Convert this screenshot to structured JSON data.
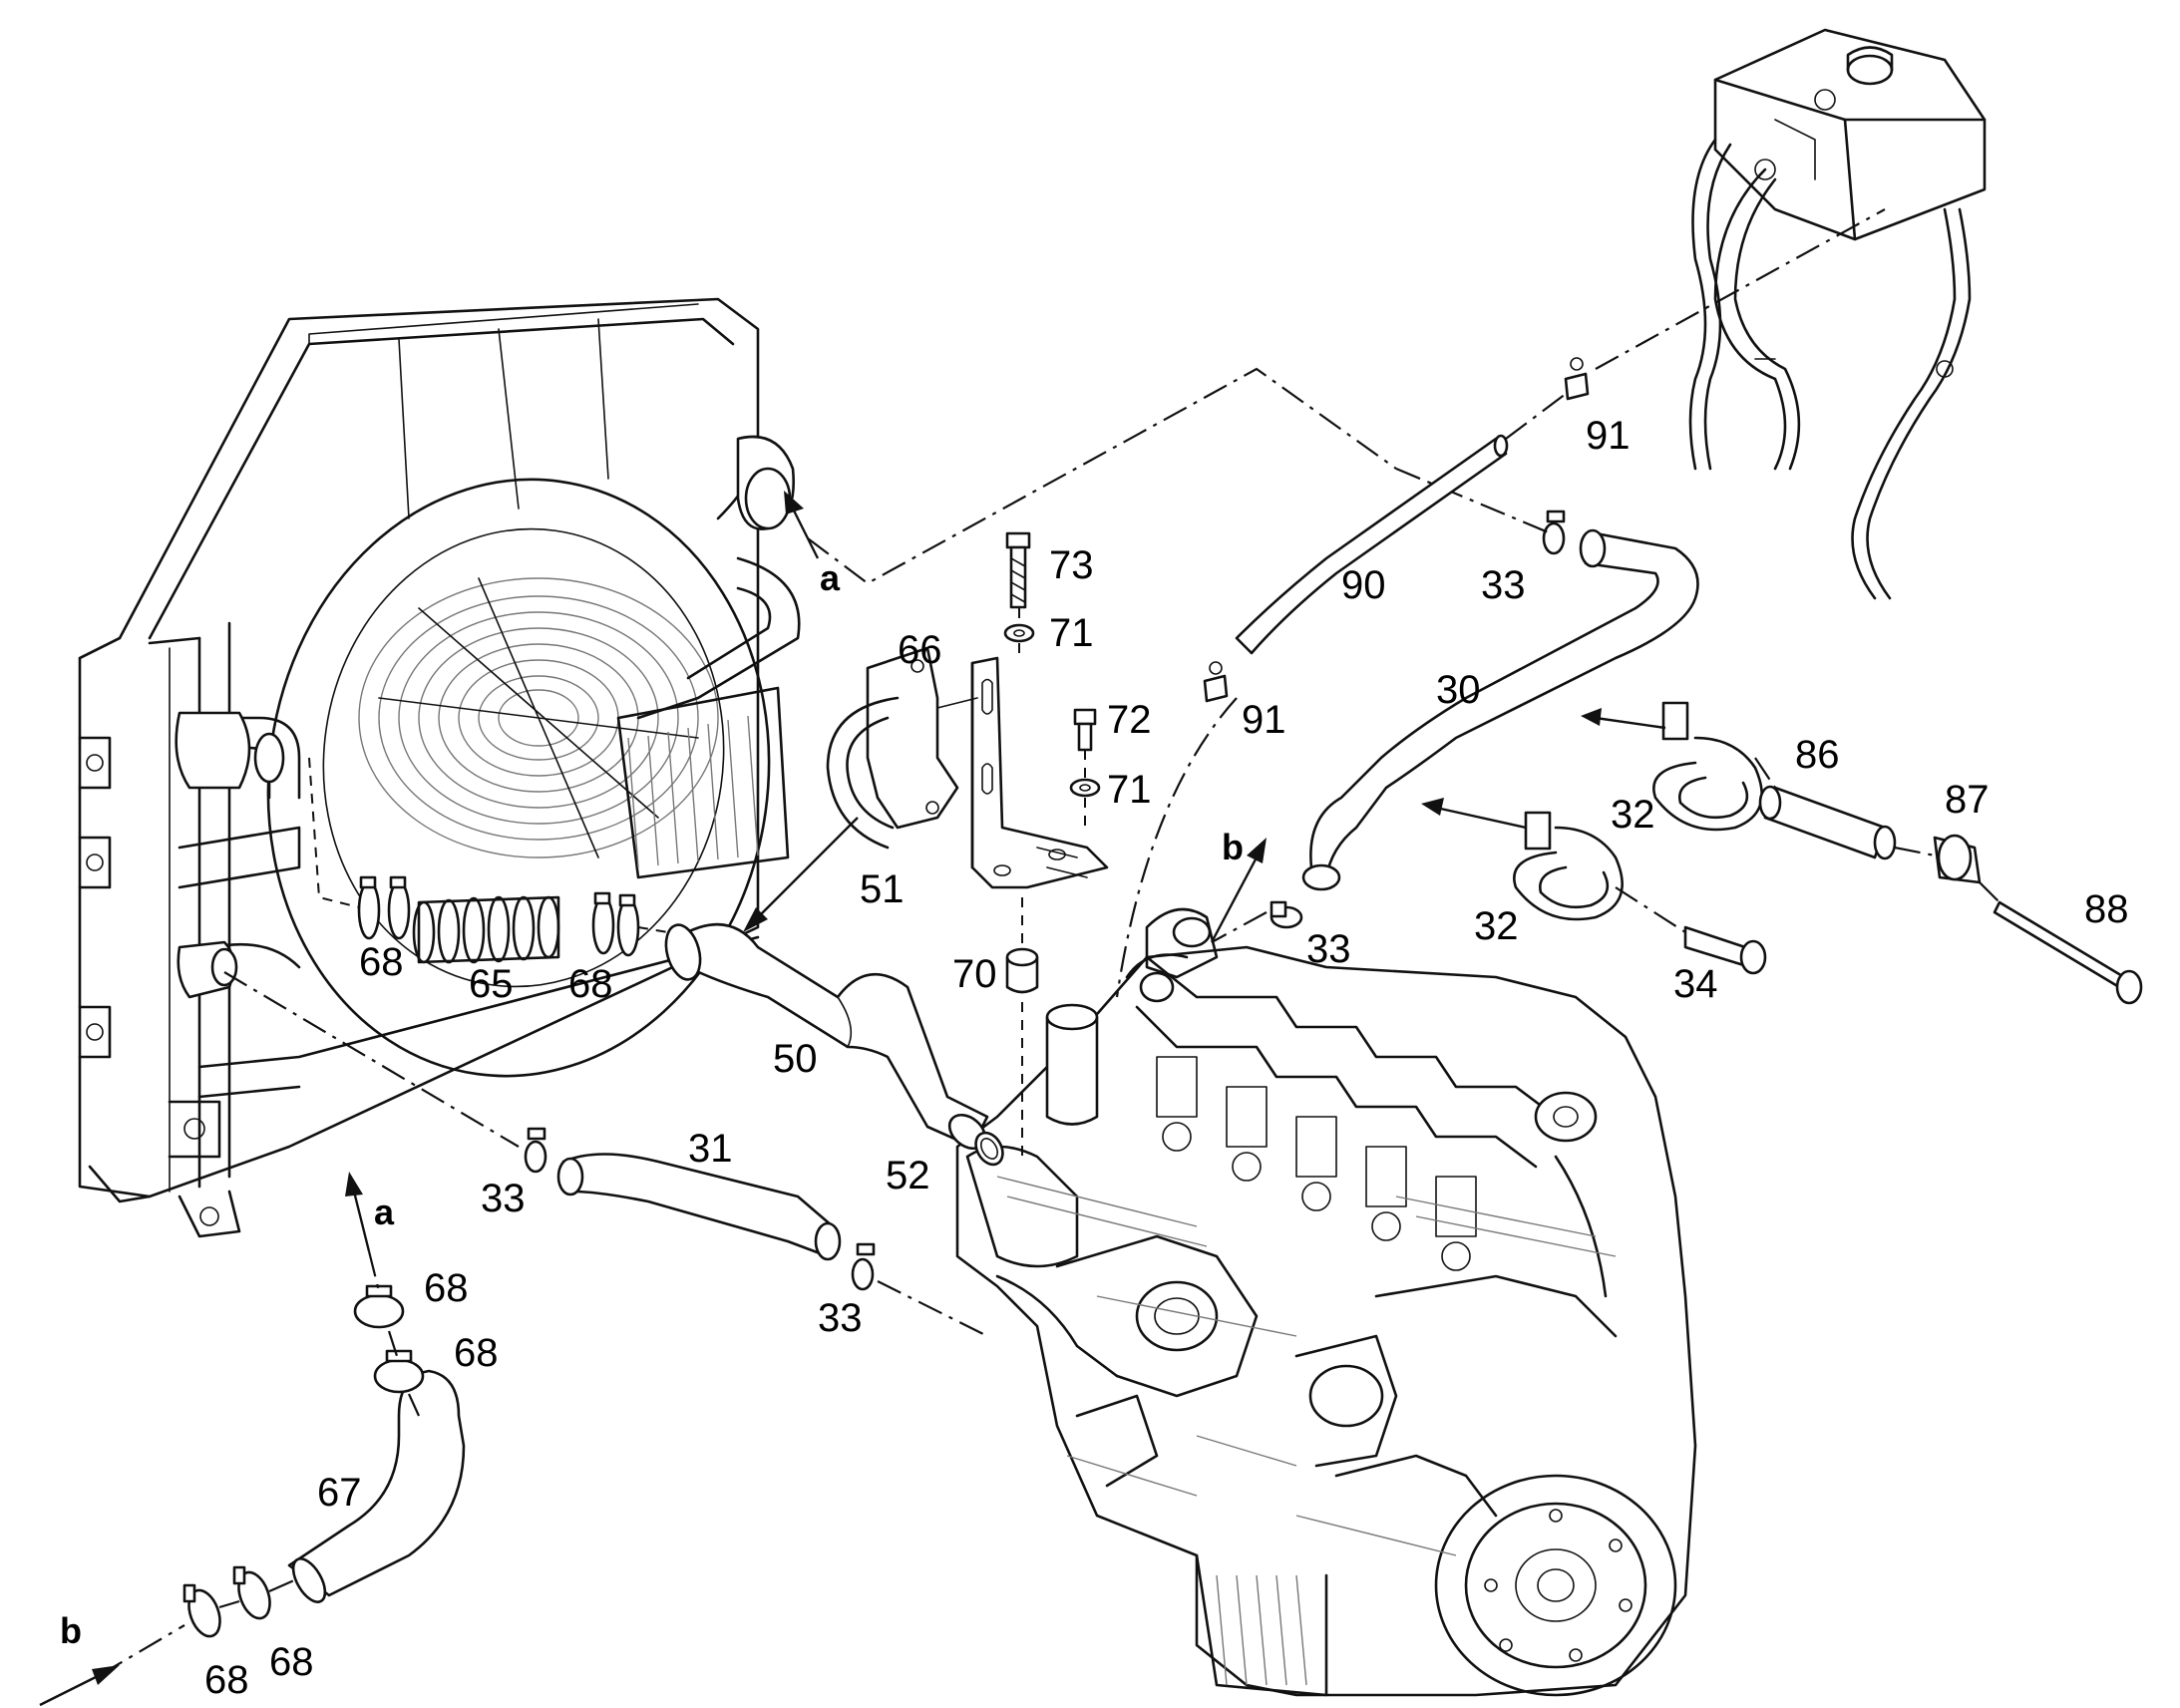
{
  "labels": [
    {
      "id": "l-91a",
      "text": "91"
    },
    {
      "id": "l-90",
      "text": "90"
    },
    {
      "id": "l-33a",
      "text": "33"
    },
    {
      "id": "l-73",
      "text": "73"
    },
    {
      "id": "l-71a",
      "text": "71"
    },
    {
      "id": "l-66",
      "text": "66"
    },
    {
      "id": "l-72",
      "text": "72"
    },
    {
      "id": "l-71b",
      "text": "71"
    },
    {
      "id": "l-91b",
      "text": "91"
    },
    {
      "id": "l-30",
      "text": "30"
    },
    {
      "id": "l-86",
      "text": "86"
    },
    {
      "id": "l-87",
      "text": "87"
    },
    {
      "id": "l-32a",
      "text": "32"
    },
    {
      "id": "l-51",
      "text": "51"
    },
    {
      "id": "l-88",
      "text": "88"
    },
    {
      "id": "l-32b",
      "text": "32"
    },
    {
      "id": "l-33b",
      "text": "33"
    },
    {
      "id": "l-34",
      "text": "34"
    },
    {
      "id": "l-70",
      "text": "70"
    },
    {
      "id": "l-68a",
      "text": "68"
    },
    {
      "id": "l-65",
      "text": "65"
    },
    {
      "id": "l-68b",
      "text": "68"
    },
    {
      "id": "l-50",
      "text": "50"
    },
    {
      "id": "l-31",
      "text": "31"
    },
    {
      "id": "l-52",
      "text": "52"
    },
    {
      "id": "l-33c",
      "text": "33"
    },
    {
      "id": "l-33d",
      "text": "33"
    },
    {
      "id": "l-68c",
      "text": "68"
    },
    {
      "id": "l-68d",
      "text": "68"
    },
    {
      "id": "l-67",
      "text": "67"
    },
    {
      "id": "l-68e",
      "text": "68"
    },
    {
      "id": "l-68f",
      "text": "68"
    }
  ],
  "connectors": [
    {
      "id": "c-a-top",
      "text": "a"
    },
    {
      "id": "c-a-bottom",
      "text": "a"
    },
    {
      "id": "c-b-engine",
      "text": "b"
    },
    {
      "id": "c-b-bottom",
      "text": "b"
    }
  ]
}
